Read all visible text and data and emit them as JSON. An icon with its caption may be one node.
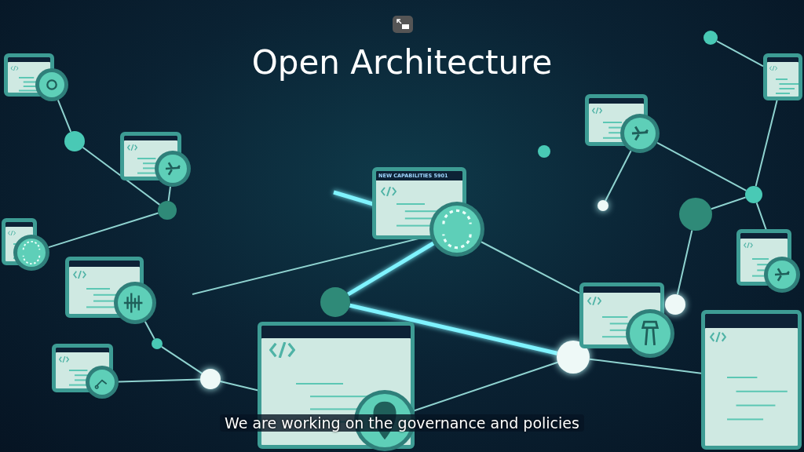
{
  "diagram": {
    "title": "Open Architecture",
    "caption": "We are working on the governance and policies",
    "nodes": [
      {
        "text": [],
        "shape": "box"
      },
      {
        "text": [],
        "shape": "circle"
      },
      {
        "text": [],
        "shape": "box"
      },
      {
        "text": [],
        "shape": "circle"
      },
      {
        "text": [],
        "shape": "box"
      },
      {
        "text": [],
        "shape": "box"
      },
      {
        "text": [],
        "shape": "circle"
      },
      {
        "text": [],
        "shape": "box"
      },
      {
        "text": [],
        "shape": "circle"
      },
      {
        "text": [
          "NEW CAPABILITIES 5901"
        ]
      },
      {
        "text": [],
        "shape": "circle"
      },
      {
        "text": [],
        "shape": "box"
      },
      {
        "text": [],
        "shape": "circle"
      },
      {
        "text": [],
        "shape": "box"
      },
      {
        "text": [],
        "shape": "circle"
      },
      {
        "text": [],
        "shape": "box"
      },
      {
        "text": [],
        "shape": "box"
      },
      {
        "text": [],
        "shape": "circle"
      },
      {
        "text": [],
        "shape": "circle"
      },
      {
        "text": [],
        "shape": "circle"
      },
      {
        "text": [],
        "shape": "circle"
      },
      {
        "text": [],
        "shape": "box"
      },
      {
        "text": [],
        "shape": "circle"
      },
      {
        "text": [],
        "shape": "box"
      }
    ],
    "edges": [
      {
        "from": 0,
        "to": 1,
        "arrow": "none"
      },
      {
        "from": 1,
        "to": 3,
        "arrow": "none"
      },
      {
        "from": 2,
        "to": 3,
        "arrow": "none"
      },
      {
        "from": 3,
        "to": 4,
        "arrow": "none"
      },
      {
        "from": 5,
        "to": 6,
        "arrow": "none"
      },
      {
        "from": 6,
        "to": 8,
        "arrow": "none"
      },
      {
        "from": 7,
        "to": 8,
        "arrow": "none"
      },
      {
        "from": 8,
        "to": 11,
        "arrow": "none"
      },
      {
        "from": null,
        "to": 9,
        "arrow": "none"
      },
      {
        "from": null,
        "to": 9,
        "arrow": "none",
        "style": "thick",
        "color": "#7ff3ff"
      },
      {
        "from": 10,
        "to": 9,
        "arrow": "none",
        "style": "thick",
        "color": "#7ff3ff"
      },
      {
        "from": 10,
        "to": 12,
        "arrow": "none",
        "style": "thick",
        "color": "#7ff3ff"
      },
      {
        "from": 9,
        "to": 13,
        "arrow": "none"
      },
      {
        "from": 12,
        "to": 11,
        "arrow": "none"
      },
      {
        "from": 12,
        "to": 15,
        "arrow": "none"
      },
      {
        "from": 14,
        "to": 17,
        "arrow": "none"
      },
      {
        "from": 17,
        "to": 18,
        "arrow": "none"
      },
      {
        "from": 18,
        "to": 16,
        "arrow": "none"
      },
      {
        "from": 21,
        "to": 18,
        "arrow": "none"
      },
      {
        "from": 19,
        "to": 21,
        "arrow": "none"
      },
      {
        "from": 22,
        "to": 23,
        "arrow": "none"
      },
      {
        "from": 23,
        "to": 18,
        "arrow": "none"
      }
    ]
  }
}
